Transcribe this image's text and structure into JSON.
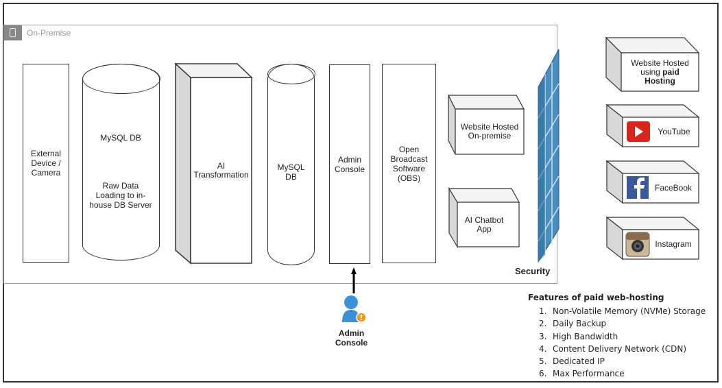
{
  "on_premise": {
    "label": "On-Premise",
    "external_device": "External Device / Camera",
    "mysql_db_1": {
      "title": "MySQL DB",
      "note": "Raw Data Loading to in-house DB Server"
    },
    "ai_transformation": "AI Transformation",
    "mysql_db_2": "MySQL DB",
    "admin_console": "Admin Console",
    "obs": "Open Broadcast Software (OBS)",
    "website_onpremise": "Website Hosted On-premise",
    "ai_chatbot": "AI Chatbot App",
    "security": "Security"
  },
  "external": {
    "website_paid": {
      "line1": "Website Hosted",
      "line2_prefix": "using ",
      "line2_bold": "paid",
      "line3": "Hosting"
    },
    "youtube": "YouTube",
    "facebook": "FaceBook",
    "instagram": "Instagram"
  },
  "admin_user": {
    "label": "Admin Console",
    "icon": "user-icon"
  },
  "features": {
    "title": "Features of paid web-hosting",
    "items": [
      {
        "num": "1.",
        "text": "Non-Volatile Memory (NVMe) Storage"
      },
      {
        "num": "2.",
        "text": "Daily Backup"
      },
      {
        "num": "3.",
        "text": "High Bandwidth"
      },
      {
        "num": "4.",
        "text": "Content Delivery Network (CDN)"
      },
      {
        "num": "5.",
        "text": "Dedicated IP"
      },
      {
        "num": "6.",
        "text": "Max Performance"
      }
    ]
  },
  "colors": {
    "firewall": "#2f6f9f",
    "youtube": "#d9261c",
    "facebook": "#3b5998",
    "instagram": "#8a6b4e",
    "user": "#3d8fd8",
    "badge": "#f29d1f"
  }
}
